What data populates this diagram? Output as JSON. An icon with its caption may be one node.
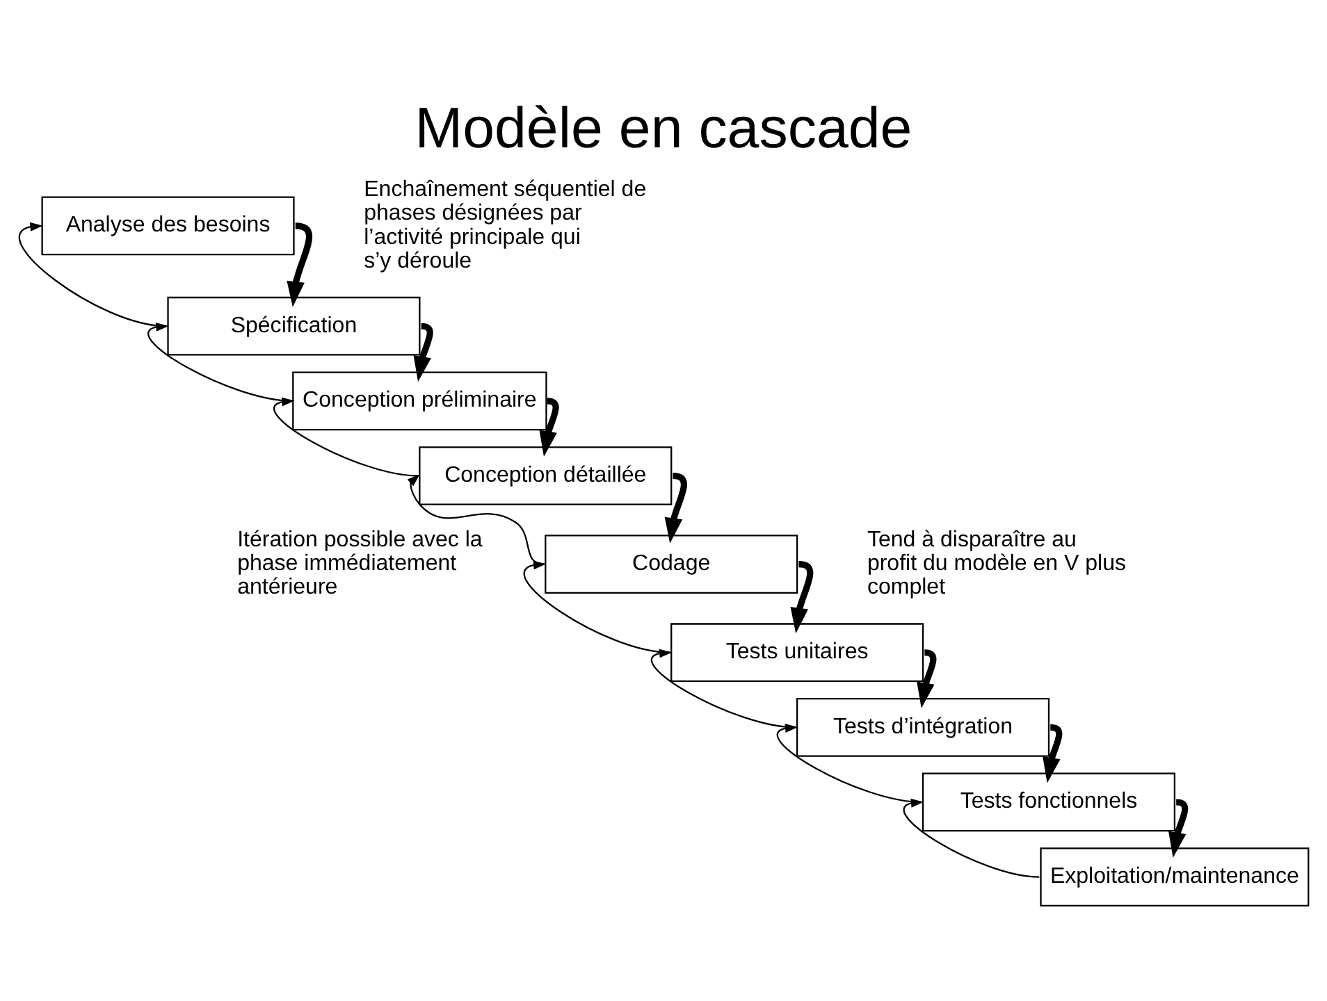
{
  "diagram": {
    "title": "Modèle en cascade",
    "nodes": [
      {
        "text": [
          "Analyse des besoins"
        ]
      },
      {
        "text": [
          "Spécification"
        ]
      },
      {
        "text": [
          "Conception préliminaire"
        ]
      },
      {
        "text": [
          "Conception détaillée"
        ]
      },
      {
        "text": [
          "Codage"
        ]
      },
      {
        "text": [
          "Tests unitaires"
        ]
      },
      {
        "text": [
          "Tests d’intégration"
        ]
      },
      {
        "text": [
          "Tests fonctionnels"
        ]
      },
      {
        "text": [
          "Exploitation/maintenance"
        ]
      }
    ],
    "edges": [
      {
        "from": 0,
        "to": 1,
        "arrow": "to",
        "style": "thick"
      },
      {
        "from": 1,
        "to": 0,
        "arrow": "to"
      },
      {
        "from": 1,
        "to": 2,
        "arrow": "to",
        "style": "thick"
      },
      {
        "from": 2,
        "to": 1,
        "arrow": "to"
      },
      {
        "from": 2,
        "to": 3,
        "arrow": "to",
        "style": "thick"
      },
      {
        "from": 3,
        "to": 2,
        "arrow": "to"
      },
      {
        "from": 3,
        "to": 4,
        "arrow": "to",
        "style": "thick"
      },
      {
        "from": 4,
        "to": 3,
        "arrow": "to"
      },
      {
        "from": 4,
        "to": 5,
        "arrow": "to",
        "style": "thick"
      },
      {
        "from": 5,
        "to": 4,
        "arrow": "to"
      },
      {
        "from": 5,
        "to": 6,
        "arrow": "to",
        "style": "thick"
      },
      {
        "from": 6,
        "to": 5,
        "arrow": "to"
      },
      {
        "from": 6,
        "to": 7,
        "arrow": "to",
        "style": "thick"
      },
      {
        "from": 7,
        "to": 6,
        "arrow": "to"
      },
      {
        "from": 7,
        "to": 8,
        "arrow": "to",
        "style": "thick"
      },
      {
        "from": 8,
        "to": 7,
        "arrow": "to"
      }
    ],
    "labels": [
      "Enchaînement séquentiel de phases désignées par l’activité principale qui s’y déroule",
      "Tend à disparaître au profit du modèle en V plus complet",
      "Itération possible avec la phase immédiatement antérieure"
    ]
  }
}
